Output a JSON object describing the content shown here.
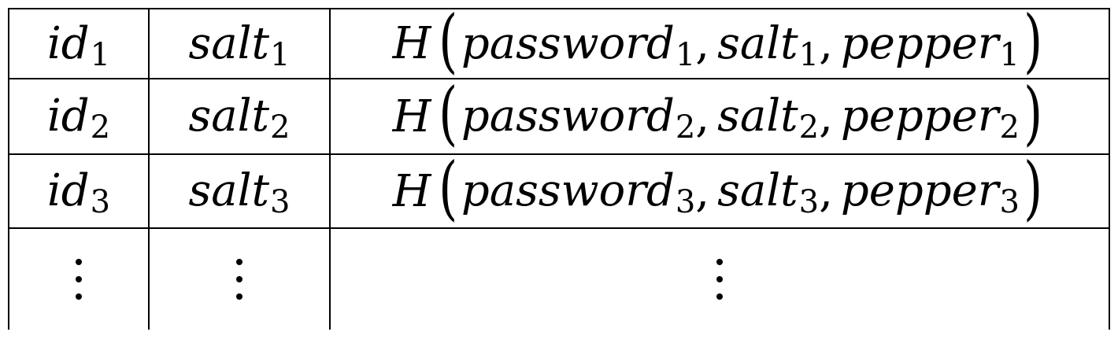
{
  "table": {
    "rows": [
      {
        "id_var": "id",
        "id_sub": "1",
        "salt_var": "salt",
        "salt_sub": "1",
        "hash_fn": "H",
        "pw_var": "password",
        "pw_sub": "1",
        "salt2_var": "salt",
        "salt2_sub": "1",
        "pepper_var": "pepper",
        "pepper_sub": "1"
      },
      {
        "id_var": "id",
        "id_sub": "2",
        "salt_var": "salt",
        "salt_sub": "2",
        "hash_fn": "H",
        "pw_var": "password",
        "pw_sub": "2",
        "salt2_var": "salt",
        "salt2_sub": "2",
        "pepper_var": "pepper",
        "pepper_sub": "2"
      },
      {
        "id_var": "id",
        "id_sub": "3",
        "salt_var": "salt",
        "salt_sub": "3",
        "hash_fn": "H",
        "pw_var": "password",
        "pw_sub": "3",
        "salt2_var": "salt",
        "salt2_sub": "3",
        "pepper_var": "pepper",
        "pepper_sub": "3"
      }
    ],
    "open_paren": "(",
    "close_paren": ")",
    "separator": ","
  }
}
